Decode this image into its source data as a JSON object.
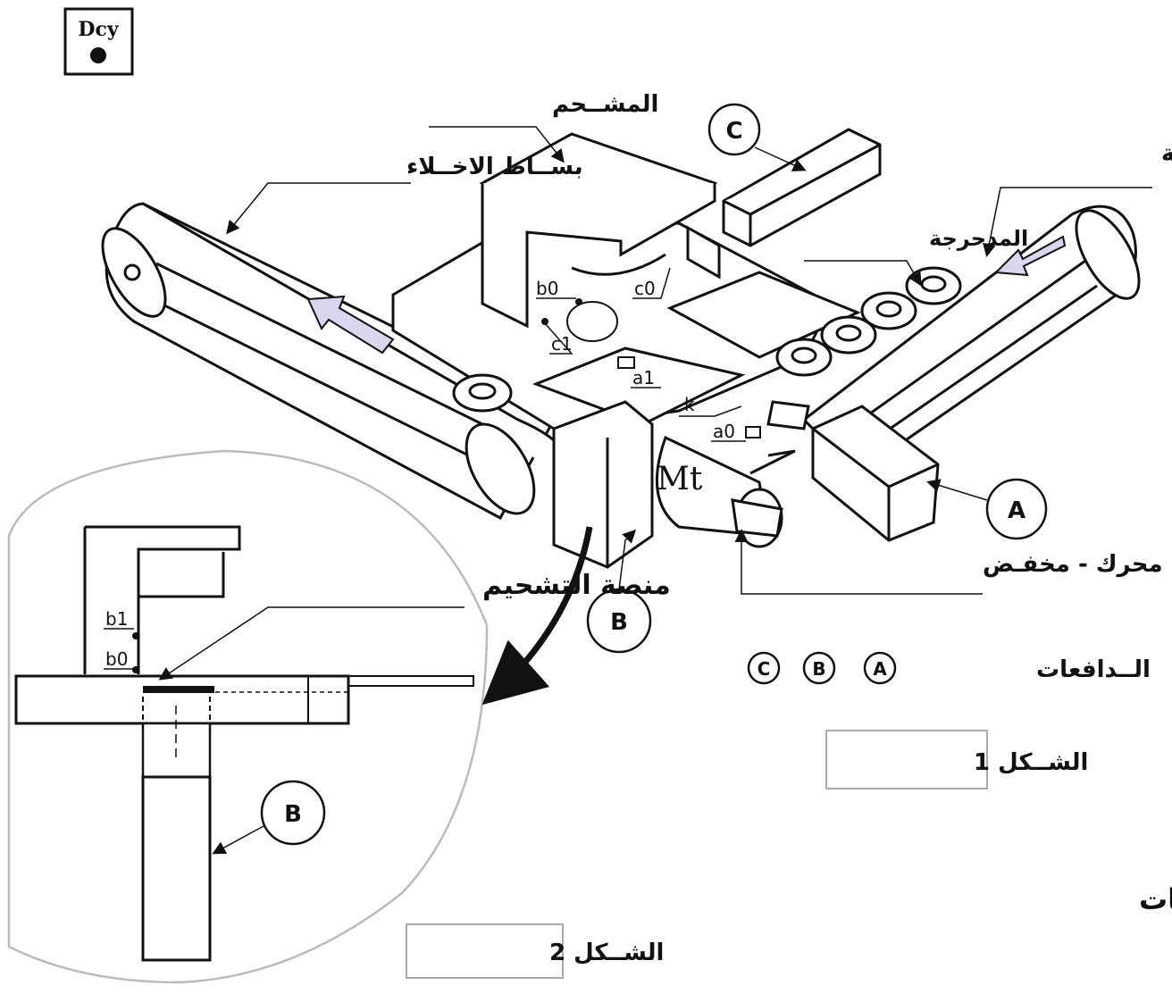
{
  "start_button": {
    "label": "Dcy"
  },
  "labels": {
    "greaser": "المشــحم",
    "unload_belt": "بســاط الاخــلاء",
    "feed_belt": "بســـاط التغذيـــة",
    "rollers": "المدحرجة",
    "motor_reducer": "محرك - مخفـض",
    "greasing_platform": "منصة التشحيم",
    "pushers": "الــدافعات",
    "figure1": "الشــكل 1",
    "figure2": "الشــكل 2",
    "title": "منصـــب تشــحيم المــدحرجات",
    "motor": "Mt"
  },
  "pushers": {
    "a": "A",
    "b": "B",
    "c": "C"
  },
  "sensors": {
    "b0": "b0",
    "c0": "c0",
    "c1": "c1",
    "a1": "a1",
    "k": "k",
    "a0": "a0",
    "b1": "b1"
  }
}
